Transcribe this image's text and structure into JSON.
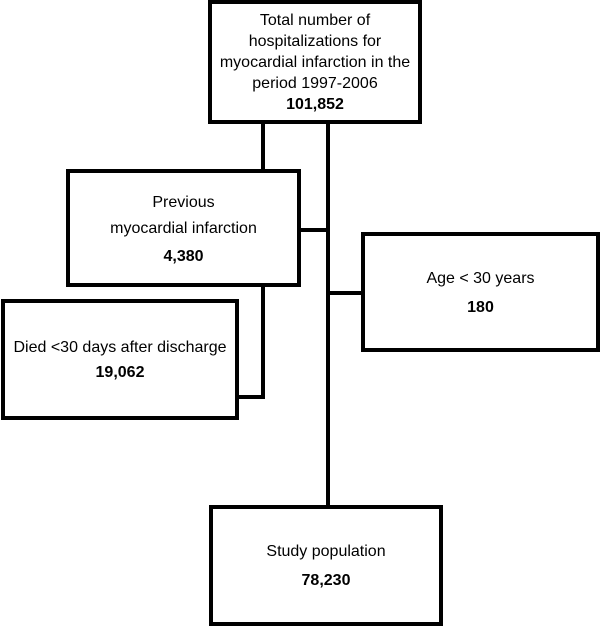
{
  "boxes": {
    "total": {
      "label_lines": [
        "Total number of",
        "hospitalizations for",
        "myocardial infarction in the",
        "period 1997-2006"
      ],
      "value": "101,852"
    },
    "previous_mi": {
      "label_lines": [
        "Previous",
        "myocardial infarction"
      ],
      "value": "4,380"
    },
    "age": {
      "label_lines": [
        "Age < 30 years"
      ],
      "value": "180"
    },
    "died": {
      "label_lines": [
        "Died <30 days after discharge"
      ],
      "value": "19,062"
    },
    "study": {
      "label_lines": [
        "Study population"
      ],
      "value": "78,230"
    }
  }
}
